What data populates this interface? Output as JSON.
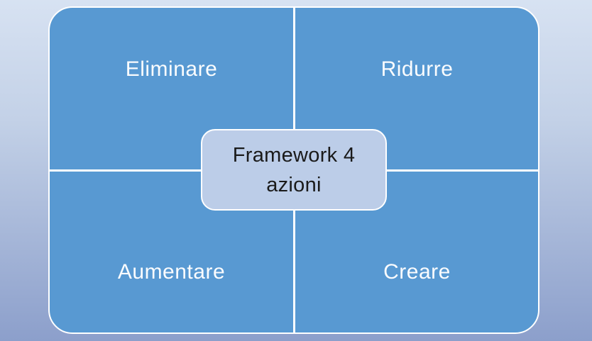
{
  "diagram": {
    "type": "matrix-2x2",
    "center_title": "Framework 4 azioni",
    "quadrants": [
      {
        "position": "top-left",
        "label": "Eliminare"
      },
      {
        "position": "top-right",
        "label": "Ridurre"
      },
      {
        "position": "bottom-left",
        "label": "Aumentare"
      },
      {
        "position": "bottom-right",
        "label": "Creare"
      }
    ]
  },
  "colors": {
    "background_top": "#d7e2f2",
    "background_bottom": "#8c9fcb",
    "quadrant_fill": "#5899d2",
    "divider_color": "#ffffff",
    "center_fill": "#bccde8",
    "center_border": "#ffffff",
    "center_text_color": "#1a1a1a",
    "label_color": "#fafcfe"
  }
}
